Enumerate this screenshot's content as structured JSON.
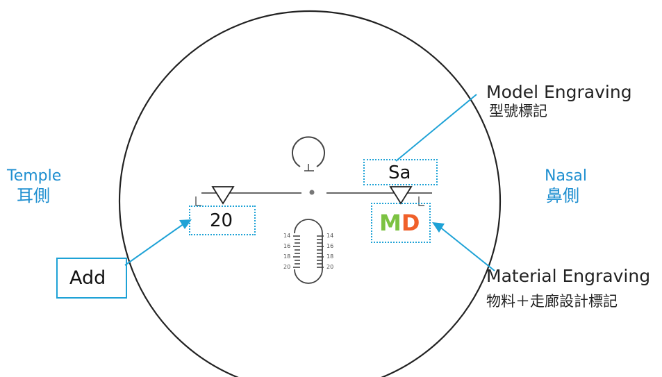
{
  "labels": {
    "temple_en": "Temple",
    "temple_zh": "耳側",
    "nasal_en": "Nasal",
    "nasal_zh": "鼻側",
    "model_en": "Model Engraving",
    "model_zh": "型號標記",
    "material_en": "Material Engraving",
    "material_zh": "物料＋走廊設計標記",
    "add_label": "Add"
  },
  "engravings": {
    "add_value": "20",
    "model_value": "Sa",
    "material_m": "M",
    "material_d": "D"
  },
  "scale_marks": [
    "14",
    "16",
    "18",
    "20"
  ],
  "colors": {
    "accent_blue": "#1f8fd0",
    "callout_line": "#1ea2d6",
    "material_m": "#7cc242",
    "material_d": "#f0602a",
    "outline": "#222222"
  }
}
